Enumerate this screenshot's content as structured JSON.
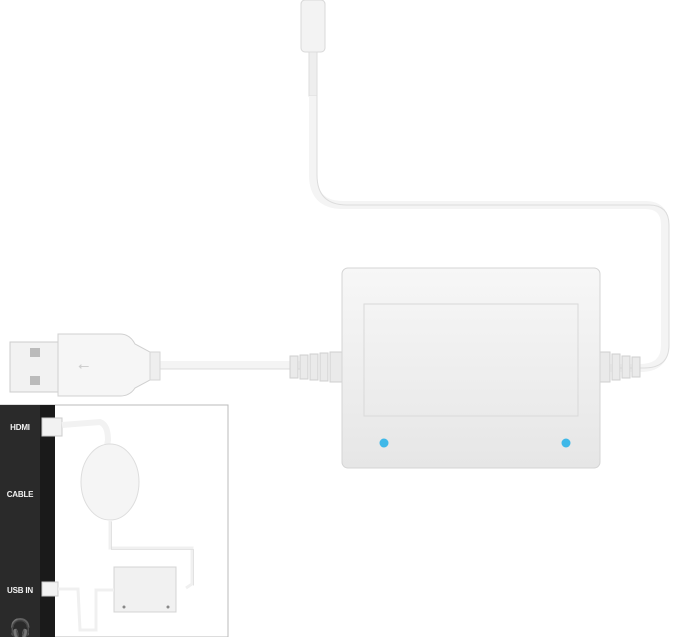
{
  "inset": {
    "port_labels": [
      "HDMI",
      "CABLE",
      "USB IN"
    ],
    "panel_color": "#2a2a2a"
  },
  "colors": {
    "device": "#f1f1f1",
    "led": "#3fb8e8",
    "cable": "#f4f4f4"
  }
}
